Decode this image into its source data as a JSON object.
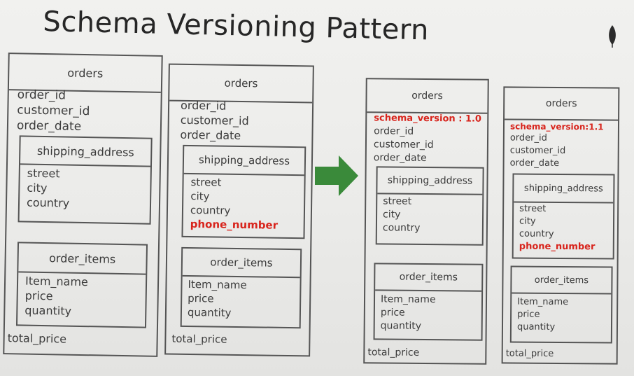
{
  "title": "Schema Versioning Pattern",
  "arrow_color": "#3a8a3a",
  "highlight_color": "#d8241c",
  "diagrams": [
    {
      "header": "orders",
      "fields": [
        "order_id",
        "customer_id",
        "order_date"
      ],
      "shipping": {
        "header": "shipping_address",
        "fields": [
          "street",
          "city",
          "country"
        ]
      },
      "items": {
        "header": "order_items",
        "fields": [
          "Item_name",
          "price",
          "quantity"
        ]
      },
      "footer": "total_price"
    },
    {
      "header": "orders",
      "fields": [
        "order_id",
        "customer_id",
        "order_date"
      ],
      "shipping": {
        "header": "shipping_address",
        "fields": [
          "street",
          "city",
          "country",
          "phone_number"
        ]
      },
      "items": {
        "header": "order_items",
        "fields": [
          "Item_name",
          "price",
          "quantity"
        ]
      },
      "footer": "total_price"
    },
    {
      "header": "orders",
      "version": "schema_version : 1.0",
      "fields": [
        "order_id",
        "customer_id",
        "order_date"
      ],
      "shipping": {
        "header": "shipping_address",
        "fields": [
          "street",
          "city",
          "country"
        ]
      },
      "items": {
        "header": "order_items",
        "fields": [
          "Item_name",
          "price",
          "quantity"
        ]
      },
      "footer": "total_price"
    },
    {
      "header": "orders",
      "version": "schema_version:1.1",
      "fields": [
        "order_id",
        "customer_id",
        "order_date"
      ],
      "shipping": {
        "header": "shipping_address",
        "fields": [
          "street",
          "city",
          "country",
          "phone_number"
        ]
      },
      "items": {
        "header": "order_items",
        "fields": [
          "Item_name",
          "price",
          "quantity"
        ]
      },
      "footer": "total_price"
    }
  ]
}
